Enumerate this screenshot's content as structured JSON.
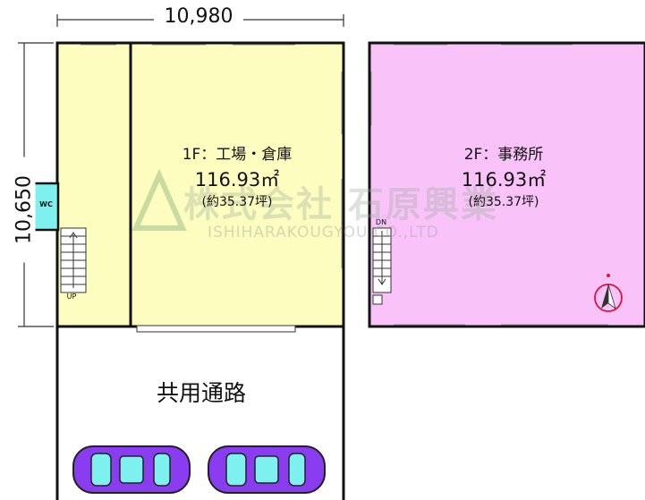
{
  "dimensions": {
    "width_label": "10,980",
    "height_label": "10,650"
  },
  "floor1": {
    "title": "1F：工場・倉庫",
    "area_m2": "116.93㎡",
    "area_tsubo": "(約35.37坪)",
    "fill_color": "#fdfdc0",
    "wc_label": "WC",
    "stair_label": "UP"
  },
  "floor2": {
    "title": "2F：事務所",
    "area_m2": "116.93㎡",
    "area_tsubo": "(約35.37坪)",
    "fill_color": "#f9c3f9",
    "stair_label": "DN",
    "compass_icon": "north-arrow-icon"
  },
  "passage": {
    "label": "共用通路",
    "car_color": "#8a3cf0",
    "car_window_color": "#7ff0f0"
  },
  "watermark": {
    "main": "株式会社 石原興業",
    "sub": "ISHIHARAKOUGYOU CO.,LTD"
  }
}
